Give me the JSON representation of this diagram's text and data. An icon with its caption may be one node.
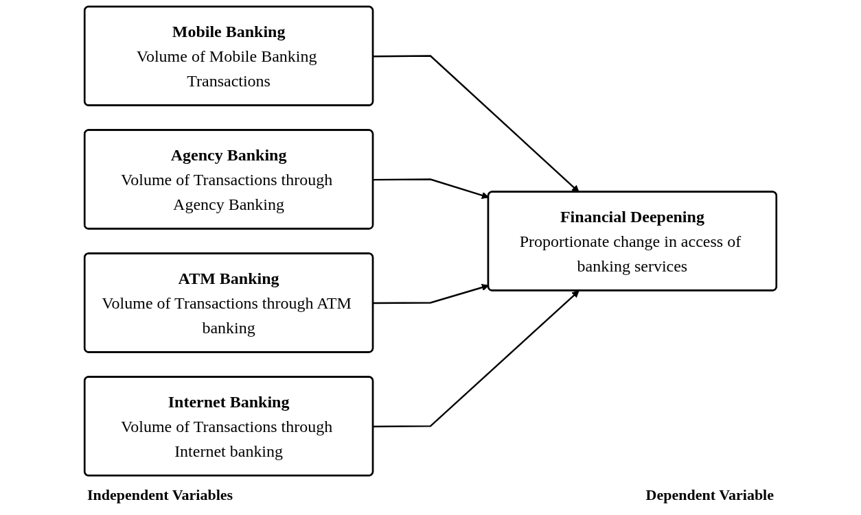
{
  "diagram": {
    "nodes": [
      {
        "text": [
          "Mobile Banking",
          "Volume of Mobile Banking Transactions"
        ]
      },
      {
        "text": [
          "Agency Banking",
          "Volume of Transactions through Agency Banking"
        ]
      },
      {
        "text": [
          "ATM Banking",
          "Volume of Transactions through ATM banking"
        ]
      },
      {
        "text": [
          "Internet Banking",
          "Volume of Transactions through Internet banking"
        ]
      },
      {
        "text": [
          "Financial Deepening",
          "Proportionate change in access of banking services"
        ]
      }
    ],
    "edges": [
      {
        "from": 0,
        "to": 4,
        "arrow": "to"
      },
      {
        "from": 1,
        "to": 4,
        "arrow": "to"
      },
      {
        "from": 2,
        "to": 4,
        "arrow": "to"
      },
      {
        "from": 3,
        "to": 4,
        "arrow": "to"
      }
    ],
    "labels": [
      "Independent Variables",
      "Dependent Variable"
    ]
  }
}
